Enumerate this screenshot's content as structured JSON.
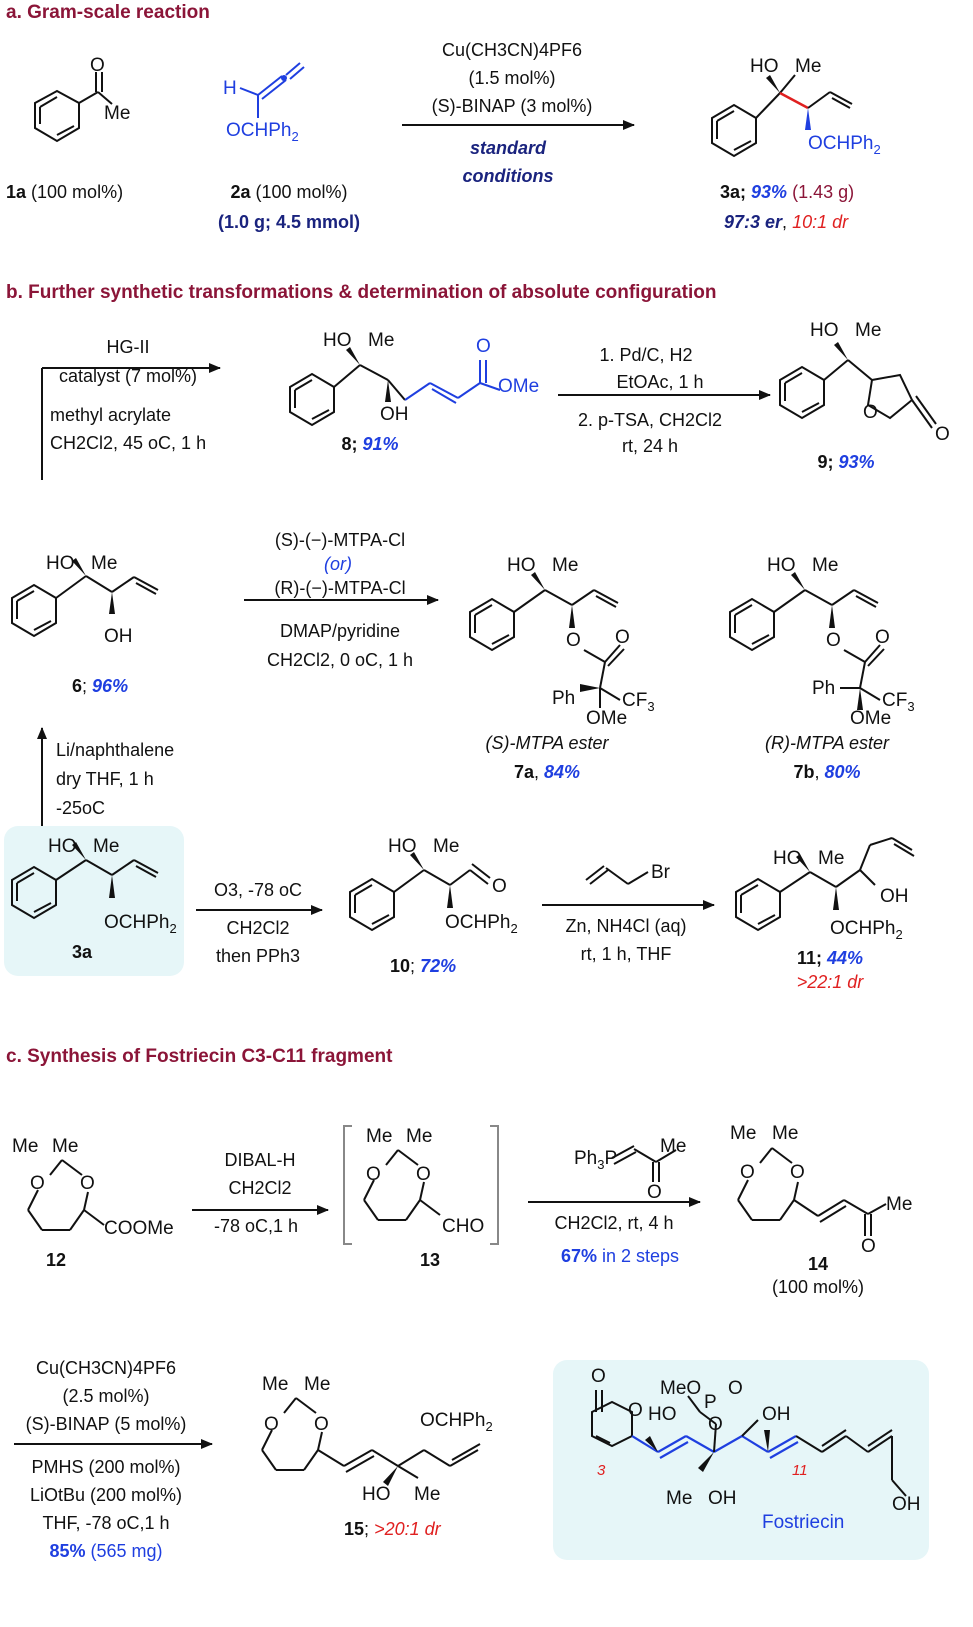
{
  "colors": {
    "header": "#8B1538",
    "blue": "#1f3fe0",
    "navy": "#1a237e",
    "red": "#e02020",
    "box": "#e6f6f8"
  },
  "sections": {
    "a": "a. Gram-scale reaction",
    "b": "b. Further synthetic transformations & determination of absolute configuration",
    "c": "c. Synthesis of Fostriecin C3-C11 fragment"
  },
  "a": {
    "atoms": {
      "o": "O",
      "me": "Me",
      "h": "H",
      "ochph2": "OCHPh",
      "sub2": "2",
      "ho": "HO"
    },
    "cmp1": "1a",
    "cmp1_amt": " (100 mol%)",
    "cmp2": "2a",
    "cmp2_amt": " (100 mol%)",
    "cmp2_scale": "(1.0 g; 4.5 mmol)",
    "cond": [
      "Cu(CH3CN)4PF6",
      "(1.5 mol%)",
      "(S)-BINAP (3 mol%)"
    ],
    "std1": "standard",
    "std2": "conditions",
    "cmp3": "3a;",
    "cmp3_yield": "93%",
    "cmp3_mass": "(1.43 g)",
    "er": "97:3 er",
    "comma": ",",
    "dr": "10:1 dr"
  },
  "b": {
    "atoms": {
      "ho": "HO",
      "me": "Me",
      "oh": "OH",
      "o": "O",
      "ome": "OMe",
      "ochph2": "OCHPh",
      "sub2": "2",
      "ph": "Ph",
      "cf3": "CF",
      "sub3": "3",
      "br": "Br"
    },
    "hg": [
      "HG-II",
      "catalyst (7 mol%)",
      "methyl acrylate",
      "CH2Cl2, 45 oC, 1 h"
    ],
    "cmp8": "8;",
    "cmp8_yield": "91%",
    "step89": [
      "1. Pd/C, H2",
      "EtOAc, 1 h",
      "2. p-TSA, CH2Cl2",
      "rt, 24 h"
    ],
    "cmp9": "9;",
    "cmp9_yield": "93%",
    "cmp6": "6",
    "cmp6_sep": ";",
    "cmp6_yield": "96%",
    "mtpa": [
      "(S)-(−)-MTPA-Cl",
      "(or)",
      "(R)-(−)-MTPA-Cl",
      "DMAP/pyridine",
      "CH2Cl2, 0 oC, 1 h"
    ],
    "ester_s": "(S)-MTPA ester",
    "cmp7a": "7a",
    "cmp7a_yield": "84%",
    "ester_r": "(R)-MTPA ester",
    "cmp7b": "7b",
    "cmp7b_yield": "80%",
    "deprot": [
      "Li/naphthalene",
      "dry THF, 1 h",
      "-25oC"
    ],
    "cmp3a": "3a",
    "ozon": [
      "O3, -78 oC",
      "CH2Cl2",
      "then PPh3"
    ],
    "cmp10": "10",
    "cmp10_sep": ";",
    "cmp10_yield": "72%",
    "allyl": [
      "Zn, NH4Cl (aq)",
      "rt, 1 h, THF"
    ],
    "cmp11": "11;",
    "cmp11_yield": "44%",
    "cmp11_dr": ">22:1 dr"
  },
  "c": {
    "atoms": {
      "me": "Me",
      "o": "O",
      "coome": "COOMe",
      "cho": "CHO",
      "ph3p": "Ph",
      "sub3": "3",
      "p": "P",
      "ochph2": "OCHPh",
      "sub2": "2",
      "ho": "HO",
      "oh": "OH",
      "meo": "MeO"
    },
    "cmp12": "12",
    "dibal": [
      "DIBAL-H",
      "CH2Cl2",
      "-78 oC,1 h"
    ],
    "cmp13": "13",
    "wittig": [
      "CH2Cl2, rt, 4 h"
    ],
    "wittig_yield": "67%",
    "wittig_steps": " in 2 steps",
    "cmp14": "14",
    "cmp14_amt": "(100 mol%)",
    "cond15": [
      "Cu(CH3CN)4PF6",
      "(2.5 mol%)",
      "(S)-BINAP (5 mol%)",
      "PMHS (200 mol%)",
      "LiOtBu (200 mol%)",
      "THF, -78 oC,1 h"
    ],
    "yield15": "85%",
    "mass15": "(565 mg)",
    "cmp15": "15",
    "cmp15_sep": ";",
    "cmp15_dr": ">20:1 dr",
    "fost_name": "Fostriecin",
    "n3": "3",
    "n11": "11"
  }
}
